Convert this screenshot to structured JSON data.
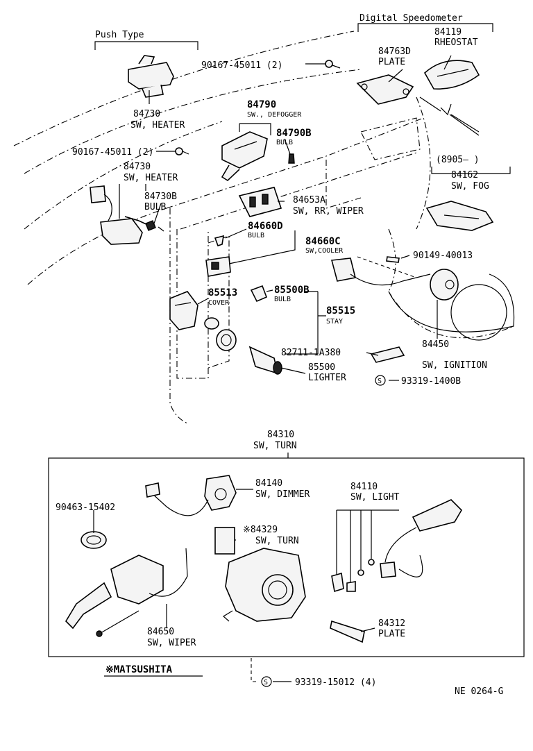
{
  "groups": {
    "push_type": "Push Type",
    "digital_speedometer": "Digital Speedometer",
    "date_range": "(8905—       )",
    "matsushita": "※MATSUSHITA"
  },
  "parts": {
    "p84730_top": {
      "num": "84730",
      "name": "SW, HEATER"
    },
    "p90167_top": {
      "num": "90167-45011 (2)"
    },
    "p84763D": {
      "num": "84763D",
      "name": "PLATE"
    },
    "p84119": {
      "num": "84119",
      "name": "RHEOSTAT"
    },
    "p84790": {
      "num": "84790",
      "name": "SW., DEFOGGER"
    },
    "p84790B": {
      "num": "84790B",
      "name": "BULB"
    },
    "p90167_mid": {
      "num": "90167-45011 (2)"
    },
    "p84162": {
      "num": "84162",
      "name": "SW, FOG"
    },
    "p84730_mid": {
      "num": "84730",
      "name": "SW, HEATER"
    },
    "p84730B": {
      "num": "84730B",
      "name": "BULB"
    },
    "p84653A": {
      "num": "84653A",
      "name": "SW, RR, WIPER"
    },
    "p84660D": {
      "num": "84660D",
      "name": "BULB"
    },
    "p84660C": {
      "num": "84660C",
      "name": "SW,COOLER"
    },
    "p90149": {
      "num": "90149-40013"
    },
    "p85513": {
      "num": "85513",
      "name": "COVER"
    },
    "p85500B": {
      "num": "85500B",
      "name": "BULB"
    },
    "p85515": {
      "num": "85515",
      "name": "STAY"
    },
    "p82711": {
      "num": "82711-1A380"
    },
    "p84450": {
      "num": "84450",
      "name": "SW, IGNITION"
    },
    "p85500": {
      "num": "85500",
      "name": "LIGHTER"
    },
    "p93319_top": {
      "num": "93319-1400B"
    },
    "p84310": {
      "num": "84310",
      "name": "SW, TURN"
    },
    "p84140": {
      "num": "84140",
      "name": "SW, DIMMER"
    },
    "p84110": {
      "num": "84110",
      "name": "SW, LIGHT"
    },
    "p90463": {
      "num": "90463-15402"
    },
    "p84329": {
      "num": "※84329",
      "name": "SW, TURN"
    },
    "p84650": {
      "num": "84650",
      "name": "SW, WIPER"
    },
    "p84312": {
      "num": "84312",
      "name": "PLATE"
    },
    "p93319_bot": {
      "num": "93319-15012 (4)"
    }
  },
  "s_marker": "S",
  "figure_code": "NE 0264-G"
}
